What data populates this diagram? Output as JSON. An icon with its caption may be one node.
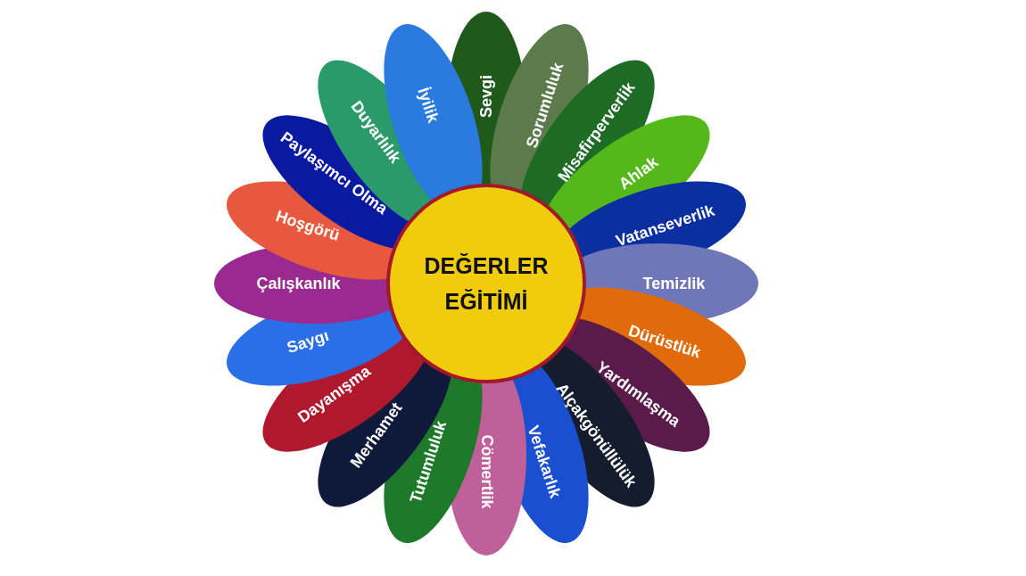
{
  "diagram": {
    "nodes": [
      {
        "text": [
          "DEĞERLER EĞİTİMİ"
        ]
      },
      {
        "text": [
          "Sevgi"
        ]
      },
      {
        "text": [
          "Sorumluluk"
        ]
      },
      {
        "text": [
          "Misafirperverlik"
        ]
      },
      {
        "text": [
          "Ahlak"
        ]
      },
      {
        "text": [
          "Vatanseverlik"
        ]
      },
      {
        "text": [
          "Temizlik"
        ]
      },
      {
        "text": [
          "Dürüstlük"
        ]
      },
      {
        "text": [
          "Yardımlaşma"
        ]
      },
      {
        "text": [
          "Alçakgönüllülük"
        ]
      },
      {
        "text": [
          "Vefakarlık"
        ]
      },
      {
        "text": [
          "Cömertlik"
        ]
      },
      {
        "text": [
          "Tutumluluk"
        ]
      },
      {
        "text": [
          "Merhamet"
        ]
      },
      {
        "text": [
          "Dayanışma"
        ]
      },
      {
        "text": [
          "Saygı"
        ]
      },
      {
        "text": [
          "Çalışkanlık"
        ]
      },
      {
        "text": [
          "Hoşgörü"
        ]
      },
      {
        "text": [
          "Paylaşımcı Olma"
        ]
      },
      {
        "text": [
          "Duyarlılık"
        ]
      },
      {
        "text": [
          "İyilik"
        ]
      }
    ]
  }
}
